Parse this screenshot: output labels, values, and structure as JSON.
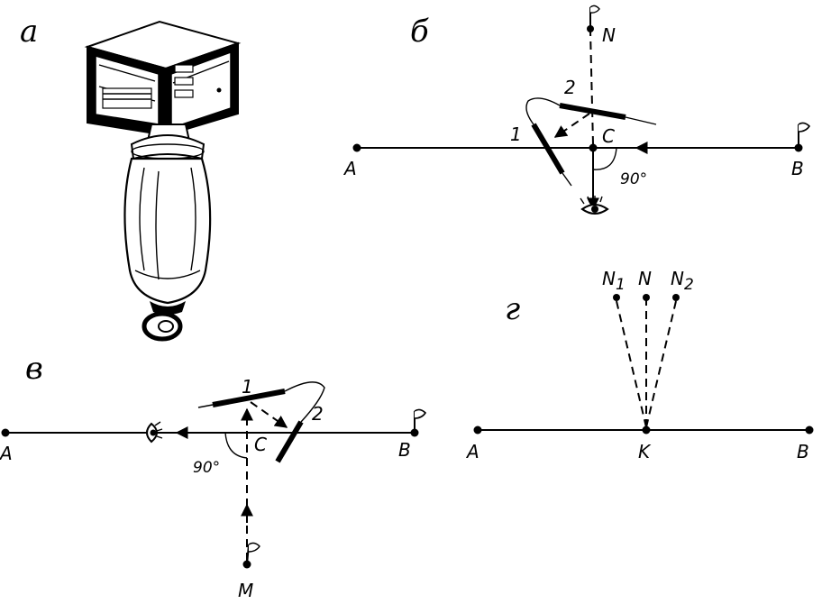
{
  "panels": {
    "a": {
      "letter": "а"
    },
    "b": {
      "letter": "б",
      "points": {
        "A": "A",
        "B": "B",
        "C": "C",
        "N": "N"
      },
      "mirrors": {
        "m1": "1",
        "m2": "2"
      },
      "angle": "90°"
    },
    "v": {
      "letter": "в",
      "points": {
        "A": "A",
        "B": "B",
        "C": "C",
        "M": "M"
      },
      "mirrors": {
        "m1": "1",
        "m2": "2"
      },
      "angle": "90°"
    },
    "g": {
      "letter": "г",
      "points": {
        "A": "A",
        "B": "B",
        "K": "K",
        "N": "N",
        "N1": "N",
        "N2": "N",
        "sub1": "1",
        "sub2": "2"
      }
    }
  },
  "colors": {
    "ink": "#000000",
    "paper": "#ffffff"
  }
}
